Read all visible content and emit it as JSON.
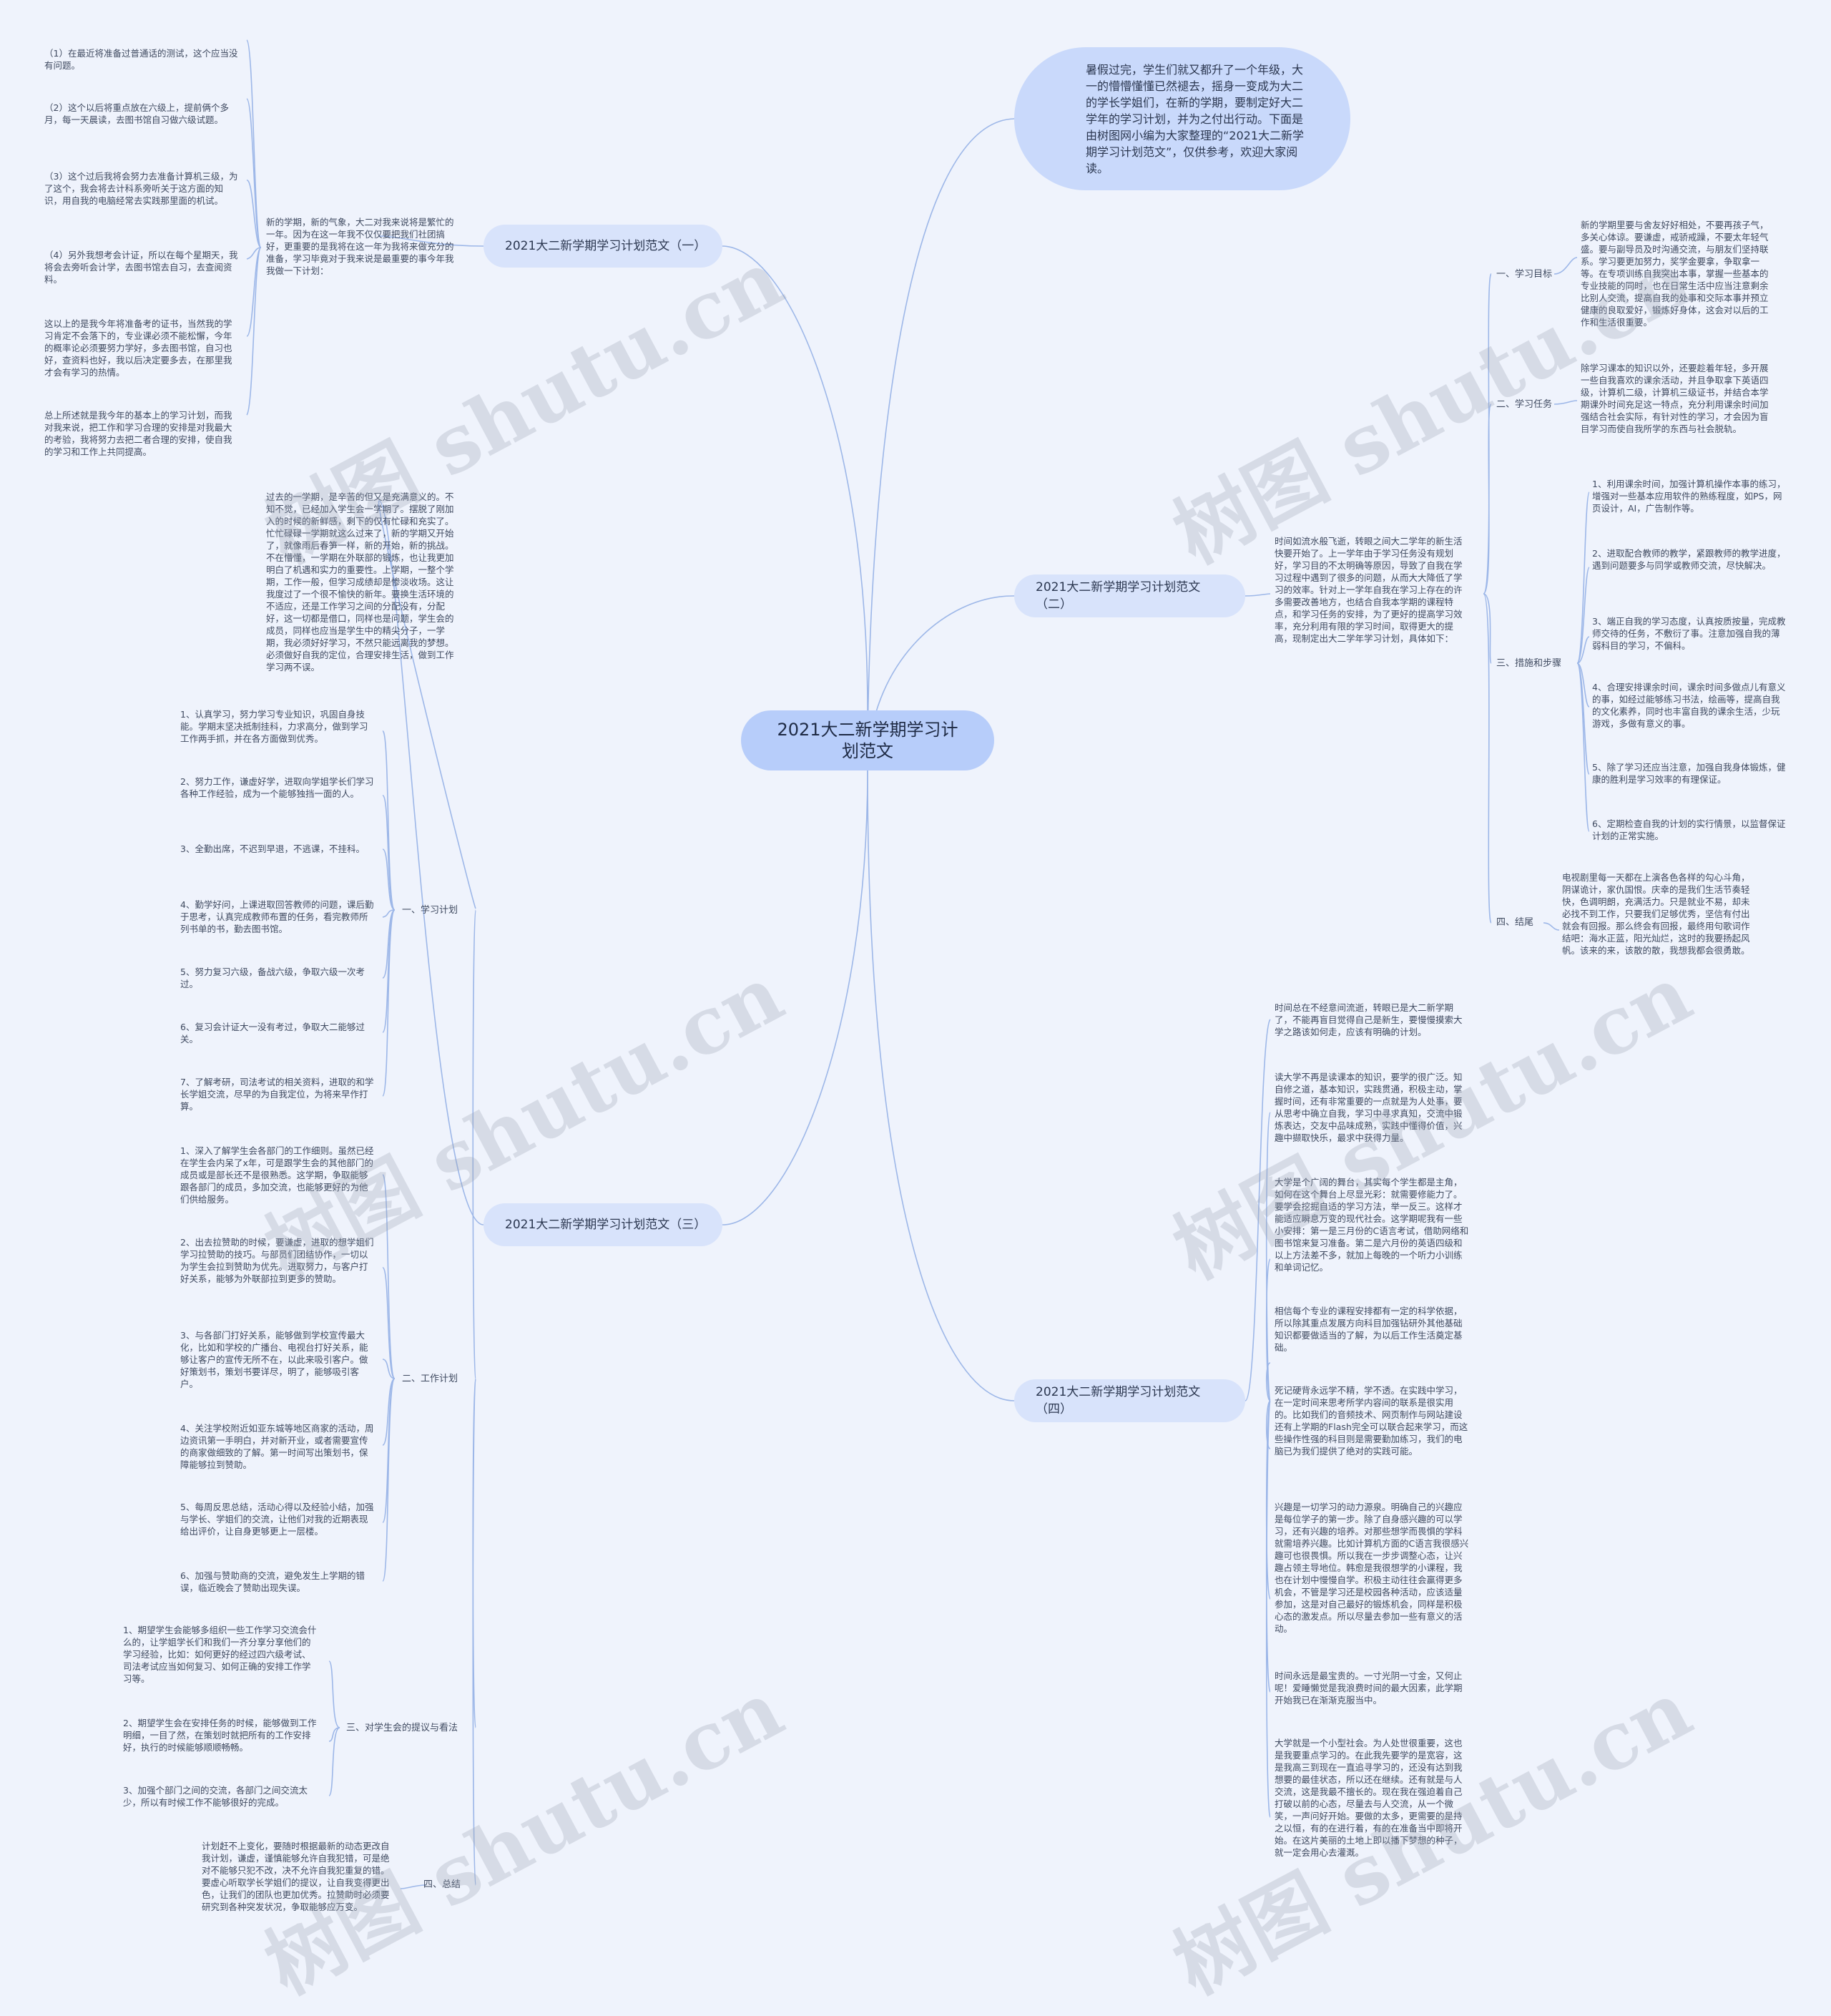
{
  "root": {
    "title": "2021大二新学期学习计划范文"
  },
  "intro": "暑假过完，学生们就又都升了一个年级，大一的懵懵懂懂已然褪去，摇身一变成为大二的学长学姐们，在新的学期，要制定好大二学年的学习计划，并为之付出行动。下面是由树图网小编为大家整理的“2021大二新学期学习计划范文”，仅供参考，欢迎大家阅读。",
  "b1": {
    "title": "2021大二新学期学习计划范文（一）",
    "summary": "新的学期，新的气象，大二对我来说将是繁忙的一年。因为在这一年我不仅仅要把我们社团搞好，更重要的是我将在这一年为我将来做充分的准备，学习毕竟对于我来说是最重要的事今年我我做一下计划：",
    "items": [
      "（1）在最近将准备过普通话的测试，这个应当没有问题。",
      "（2）这个以后将重点放在六级上，提前俩个多月，每一天晨读，去图书馆自习做六级试题。",
      "（3）这个过后我将会努力去准备计算机三级，为了这个，我会将去计科系旁听关于这方面的知识，用自我的电脑经常去实践那里面的机试。",
      "（4）另外我想考会计证，所以在每个星期天，我将会去旁听会计学，去图书馆去自习，去查阅资料。",
      "这以上的是我今年将准备考的证书，当然我的学习肯定不会落下的，专业课必须不能松懈，今年的概率论必须要努力学好，多去图书馆，自习也好，查资料也好，我以后决定要多去，在那里我才会有学习的热情。",
      "总上所述就是我今年的基本上的学习计划，而我对我来说，把工作和学习合理的安排是对我最大的考验，我将努力去把二者合理的安排，使自我的学习和工作上共同提高。"
    ]
  },
  "b2": {
    "title": "2021大二新学期学习计划范文（二）",
    "summary": "时间如流水般飞逝，转眼之间大二学年的新生活快要开始了。上一学年由于学习任务没有规划好，学习目的不太明确等原因，导致了自我在学习过程中遇到了很多的问题，从而大大降低了学习的效率。针对上一学年自我在学习上存在的许多需要改善地方，也结合自我本学期的课程特点，和学习任务的安排，为了更好的提高学习效率，充分利用有限的学习时间，取得更大的提高，现制定出大二学年学习计划，具体如下：",
    "sections": [
      {
        "label": "一、学习目标",
        "items": [
          "新的学期里要与舍友好好相处，不要再孩子气，多关心体谅。要谦虚，戒骄戒躁，不要太年轻气盛。要与副导员及时沟通交流，与朋友们坚持联系。学习要更加努力，奖学金要拿，争取拿一等。在专项训练自我突出本事，掌握一些基本的专业技能的同时，也在日常生活中应当注意剩余比别人交流，提高自我的处事和交际本事并预立健康的良取爱好，锻炼好身体，这会对以后的工作和生活很重要。"
        ]
      },
      {
        "label": "二、学习任务",
        "items": [
          "除学习课本的知识以外，还要趁着年轻，多开展一些自我喜欢的课余活动，并且争取拿下英语四级，计算机二级，计算机三级证书，并结合本学期课外时间充足这一特点，充分利用课余时间加强结合社会实际，有针对性的学习，才会因为盲目学习而使自我所学的东西与社会脱轨。"
        ]
      },
      {
        "label": "三、措施和步骤",
        "items": [
          "1、利用课余时间，加强计算机操作本事的练习，增强对一些基本应用软件的熟练程度，如PS，网页设计，AI，广告制作等。",
          "2、进取配合教师的教学，紧跟教师的教学进度，遇到问题要多与同学或教师交流，尽快解决。",
          "3、端正自我的学习态度，认真按质按量，完成教师交待的任务，不敷衍了事。注意加强自我的薄弱科目的学习，不偏科。",
          "4、合理安排课余时间，课余时间多做点儿有意义的事，如经过能够练习书法，绘画等，提高自我的文化素养，同时也丰富自我的课余生活，少玩游戏，多做有意义的事。",
          "5、除了学习还应当注意，加强自我身体锻炼，健康的胜利是学习效率的有理保证。",
          "6、定期检查自我的计划的实行情景，以监督保证计划的正常实施。"
        ]
      },
      {
        "label": "四、结尾",
        "items": [
          "电视剧里每一天都在上演各色各样的勾心斗角，阴谋诡计，家仇国恨。庆幸的是我们生活节奏轻快，色调明朗，充满活力。只是就业不易，却未必找不到工作，只要我们足够优秀，坚信有付出就会有回报。那么终会有回报，最终用句歌词作结吧：海水正蓝，阳光灿烂，这时的我要扬起风帆。该来的来，该散的散，我想我都会很勇敢。"
        ]
      }
    ]
  },
  "b3": {
    "title": "2021大二新学期学习计划范文（三）",
    "summary": "过去的一学期，是辛苦的但又是充满意义的。不知不觉，已经加入学生会一学期了。摆脱了刚加入的时候的新鲜感，剩下的仅有忙碌和充实了。忙忙碌碌一学期就这么过来了，新的学期又开始了，就像雨后春笋一样，新的开始，新的挑战。不在懵懂，一学期在外联部的锻炼，也让我更加明白了机遇和实力的重要性。上学期，一整个学期，工作一般，但学习成绩却是惨淡收场。这让我度过了一个很不愉快的新年。要换生活环境的不适应，还是工作学习之间的分配没有，分配好，这一切都是借口，同样也是问题，学生会的成员，同样也应当是学生中的精尖分子，一学期，我必须好好学习，不然只能远离我的梦想。必须做好自我的定位，合理安排生活，做到工作学习两不误。",
    "sections": [
      {
        "label": "一、学习计划",
        "items": [
          "1、认真学习，努力学习专业知识，巩固自身技能。学期末坚决抵制挂科，力求高分，做到学习工作两手抓，并在各方面做到优秀。",
          "2、努力工作，谦虚好学，进取向学姐学长们学习各种工作经验，成为一个能够独挡一面的人。",
          "3、全勤出席，不迟到早退，不逃课，不挂科。",
          "4、勤学好问，上课进取回答教师的问题，课后勤于思考，认真完成教师布置的任务，看完教师所列书单的书，勤去图书馆。",
          "5、努力复习六级，备战六级，争取六级一次考过。",
          "6、复习会计证大一没有考过，争取大二能够过关。",
          "7、了解考研，司法考试的相关资料，进取的和学长学姐交流，尽早的为自我定位，为将来早作打算。"
        ]
      },
      {
        "label": "二、工作计划",
        "items": [
          "1、深入了解学生会各部门的工作细则。虽然已经在学生会内呆了x年，可是跟学生会的其他部门的成员或是部长还不是很熟悉。这学期，争取能够跟各部门的成员，多加交流，也能够更好的为他们供给服务。",
          "2、出去拉赞助的时候，要谦虚，进取的想学姐们学习拉赞助的技巧。与部员们团结协作，一切以为学生会拉到赞助为优先。进取努力，与客户打好关系，能够为外联部拉到更多的赞助。",
          "3、与各部门打好关系，能够做到学校宣传最大化，比如和学校的广播台、电视台打好关系，能够让客户的宣传无所不在，以此来吸引客户。做好策划书，策划书要详尽，明了，能够吸引客户。",
          "4、关注学校附近如亚东城等地区商家的活动，周边资讯第一手明白，并对新开业，或者需要宣传的商家做细致的了解。第一时间写出策划书，保障能够拉到赞助。",
          "5、每周反思总结，活动心得以及经验小结，加强与学长、学姐们的交流，让他们对我的近期表现给出评价，让自身更够更上一层楼。",
          "6、加强与赞助商的交流，避免发生上学期的错误，临近晚会了赞助出现失误。"
        ]
      },
      {
        "label": "三、对学生会的提议与看法",
        "items": [
          "1、期望学生会能够多组织一些工作学习交流会什么的，让学姐学长们和我们一齐分享分享他们的学习经验，比如：如何更好的经过四六级考试、司法考试应当如何复习、如何正确的安排工作学习等。",
          "2、期望学生会在安排任务的时候，能够做到工作明细，一目了然，在策划时就把所有的工作安排好，执行的时候能够顺顺畅畅。",
          "3、加强个部门之间的交流，各部门之间交流太少，所以有时候工作不能够很好的完成。"
        ]
      },
      {
        "label": "四、总结",
        "items": [
          "计划赶不上变化，要随时根据最新的动态更改自我计划，谦虚，谨慎能够允许自我犯错，可是绝对不能够只犯不改，决不允许自我犯重复的错。要虚心听取学长学姐们的提议，让自我变得更出色，让我们的团队也更加优秀。拉赞助时必须要研究到各种突发状况，争取能够应万变。"
        ]
      }
    ]
  },
  "b4": {
    "title": "2021大二新学期学习计划范文（四）",
    "items": [
      "时间总在不经意间流逝，转眼已是大二新学期了，不能再盲目觉得自己是新生，要慢慢摸索大学之路该如何走，应该有明确的计划。",
      "读大学不再是读课本的知识，要学的很广泛。知自修之道，基本知识，实践贯通，积极主动，掌握时间，还有非常重要的一点就是为人处事，要从思考中确立自我，学习中寻求真知，交流中锻炼表达，交友中品味成熟，实践中懂得价值，兴趣中撷取快乐，最求中获得力量。",
      "大学是个广阔的舞台，其实每个学生都是主角，如何在这个舞台上尽显光彩：就需要修能力了。要学会挖掘自适的学习方法，举一反三。这样才能适应瞬息万变的现代社会。这学期呢我有一些小安排：第一是三月份的C语言考试，借助网络和图书馆来复习准备。第二是六月份的英语四级和以上方法差不多，就加上每晚的一个听力小训练和单词记忆。",
      "相信每个专业的课程安排都有一定的科学依据，所以除其重点发展方向科目加强钻研外其他基础知识都要做适当的了解，为以后工作生活奠定基础。",
      "死记硬背永远学不精，学不透。在实践中学习，在一定时间来思考所学内容间的联系是很实用的。比如我们的音频技术、网页制作与网站建设还有上学期的Flash完全可以联合起来学习，而这些操作性强的科目则是需要勤加练习，我们的电脑已为我们提供了绝对的实践可能。",
      "兴趣是一切学习的动力源泉。明确自己的兴趣应是每位学子的第一步。除了自身感兴趣的可以学习，还有兴趣的培养。对那些想学而畏惧的学科就需培养兴趣。比如计算机方面的C语言我很感兴趣可也很畏惧。所以我在一步步调整心态，让兴趣占领主导地位。韩愈是我很想学的小课程，我也在计划中慢慢自学。积极主动往往会赢得更多机会，不管是学习还是校园各种活动，应该适量参加，这是对自己最好的锻炼机会，同样是积极心态的激发点。所以尽量去参加一些有意义的活动。",
      "时间永远是最宝贵的。一寸光阴一寸金，又何止呢！爱睡懒觉是我浪费时间的最大因素，此学期开始我已在渐渐克服当中。",
      "大学就是一个小型社会。为人处世很重要，这也是我要重点学习的。在此我先要学的是宽容，这是我高三到现在一直追寻学习的，还没有达到我想要的最佳状态，所以还在继续。还有就是与人交流，这是我最不擅长的。现在我在强迫着自己打破以前的心态，尽量去与人交流，从一个微笑，一声问好开始。要做的太多，更需要的是持之以恒，有的在进行着，有的在准备当中即将开始。在这片美丽的土地上即以播下梦想的种子，就一定会用心去灌溉。"
    ]
  },
  "watermark": "树图 shutu.cn"
}
